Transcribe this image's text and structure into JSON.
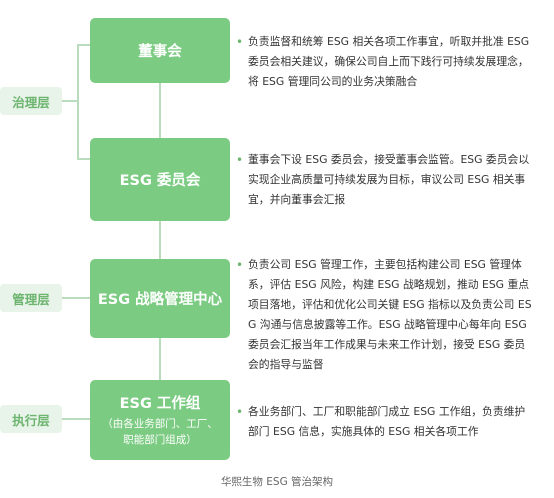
{
  "tiers": [
    {
      "label": "治理层"
    },
    {
      "label": "管理层"
    },
    {
      "label": "执行层"
    }
  ],
  "boxes": [
    {
      "title": "董事会"
    },
    {
      "title": "ESG 委员会"
    },
    {
      "title": "ESG 战略管理中心"
    },
    {
      "title": "ESG 工作组",
      "subtitle_lines": [
        "（由各业务部门、工厂、",
        "职能部门组成）"
      ]
    }
  ],
  "descriptions": [
    {
      "text": "负责监督和统筹 ESG 相关各项工作事宜，听取并批准 ESG 委员会相关建议，确保公司自上而下践行可持续发展理念，将 ESG 管理同公司的业务决策融合"
    },
    {
      "text": "董事会下设 ESG 委员会，接受董事会监管。ESG 委员会以实现企业高质量可持续发展为目标，审议公司 ESG 相关事宜，并向董事会汇报"
    },
    {
      "text": "负责公司 ESG 管理工作，主要包括构建公司 ESG 管理体系，评估 ESG 风险，构建 ESG 战略规划，推动 ESG 重点项目落地，评估和优化公司关键 ESG 指标以及负责公司 ESG 沟通与信息披露等工作。ESG 战略管理中心每年向 ESG 委员会汇报当年工作成果与未来工作计划，接受 ESG 委员会的指导与监督"
    },
    {
      "text": "各业务部门、工厂和职能部门成立 ESG 工作组，负责维护部门 ESG 信息，实施具体的 ESG 相关各项工作"
    }
  ],
  "caption": "华熙生物 ESG 管治架构",
  "colors": {
    "box": "#7ccb82",
    "tier_bg": "#e8f4ea",
    "tier_text": "#6db56f",
    "connector": "#b9dcbd"
  }
}
